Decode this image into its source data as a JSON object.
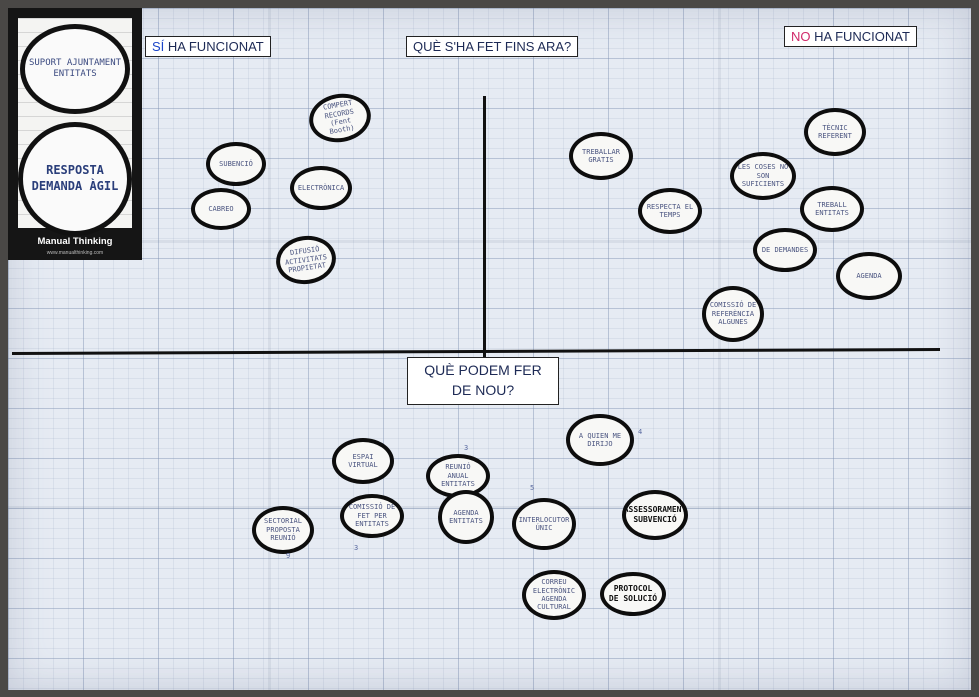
{
  "headers": {
    "si_prefix": "SÍ",
    "si_rest": " HA FUNCIONAT",
    "center_top": "QUÈ S'HA FET FINS ARA?",
    "no_prefix": "NO",
    "no_rest": " HA FUNCIONAT",
    "center_bottom_line1": "QUÈ PODEM FER",
    "center_bottom_line2": "DE NOU?"
  },
  "corner": {
    "circle_top": "SUPORT AJUNTAMENT ENTITATS",
    "circle_bottom": "RESPOSTA DEMANDA ÀGIL",
    "brand": "Manual Thinking",
    "brand_url": "www.manualthinking.com"
  },
  "notes": {
    "comparteixer": "COMPERT RECORDS (Fent Booth)",
    "subencio": "SUBENCIÓ",
    "electronica": "ELECTRÒNICA",
    "cabreo": "CABREO",
    "difusio": "DIFUSIÓ ACTIVITATS PROPIETAT",
    "treballar": "TREBALLAR GRATIS",
    "respecta": "RESPECTA EL TEMPS",
    "tecnic": "TÈCNIC REFERENT",
    "les_coses": "LES COSES NO SON SUFICIENTS",
    "treball_entitats": "TREBALL ENTITATS",
    "demandes": "DE DEMANDES",
    "agenda": "AGENDA",
    "comissio": "COMISSIÓ DE REFERÈNCIA ALGUNES",
    "espai": "ESPAI VIRTUAL",
    "reunio_anual": "REUNIÓ ANUAL ENTITATS",
    "agenda_entitats": "AGENDA ENTITATS",
    "sectorial": "SECTORIAL PROPOSTA REUNIÓ",
    "comissio_fent": "COMISSIÓ DE FET PER ENTITATS",
    "quien": "A QUIEN ME DIRIJO",
    "interlocutor": "INTERLOCUTOR ÚNIC",
    "assessorament": "ASSESSORAMENT SUBVENCIÓ",
    "correu": "CORREU ELECTRÒNIC AGENDA CULTURAL",
    "protocol": "PROTOCOL DE SOLUCIÓ"
  },
  "marks": {
    "m1": "3",
    "m2": "4",
    "m3": "5",
    "m4": "3",
    "m5": "9"
  }
}
